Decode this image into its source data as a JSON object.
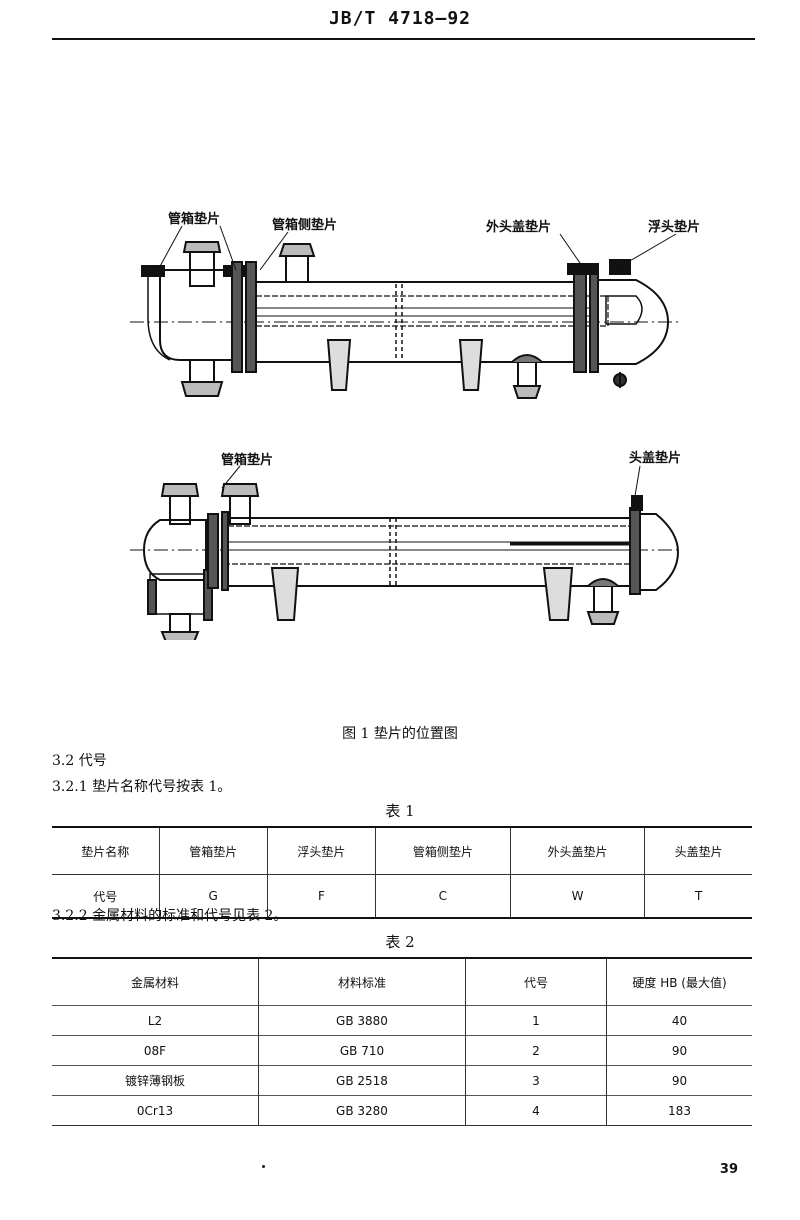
{
  "header": {
    "standard_code": "JB/T 4718—92"
  },
  "figure": {
    "labels": {
      "top_channel_gasket": "管箱垫片",
      "top_channel_side_gasket": "管箱侧垫片",
      "top_outer_head_cover_gasket": "外头盖垫片",
      "top_floating_head_gasket": "浮头垫片",
      "bottom_channel_gasket": "管箱垫片",
      "bottom_head_cover_gasket": "头盖垫片"
    },
    "caption": "图 1   垫片的位置图"
  },
  "sections": {
    "s32": "3.2  代号",
    "s321": "3.2.1  垫片名称代号按表 1。",
    "s322": "3.2.2  金属材料的标准和代号见表 2。"
  },
  "table1": {
    "caption": "表 1",
    "headers": [
      "垫片名称",
      "管箱垫片",
      "浮头垫片",
      "管箱侧垫片",
      "外头盖垫片",
      "头盖垫片"
    ],
    "row": [
      "代号",
      "G",
      "F",
      "C",
      "W",
      "T"
    ]
  },
  "table2": {
    "caption": "表 2",
    "headers": [
      "金属材料",
      "材料标准",
      "代号",
      "硬度  HB  (最大值)"
    ],
    "rows": [
      [
        "L2",
        "GB 3880",
        "1",
        "40"
      ],
      [
        "08F",
        "GB 710",
        "2",
        "90"
      ],
      [
        "镀锌薄钢板",
        "GB 2518",
        "3",
        "90"
      ],
      [
        "0Cr13",
        "GB 3280",
        "4",
        "183"
      ]
    ]
  },
  "page_number": "39"
}
